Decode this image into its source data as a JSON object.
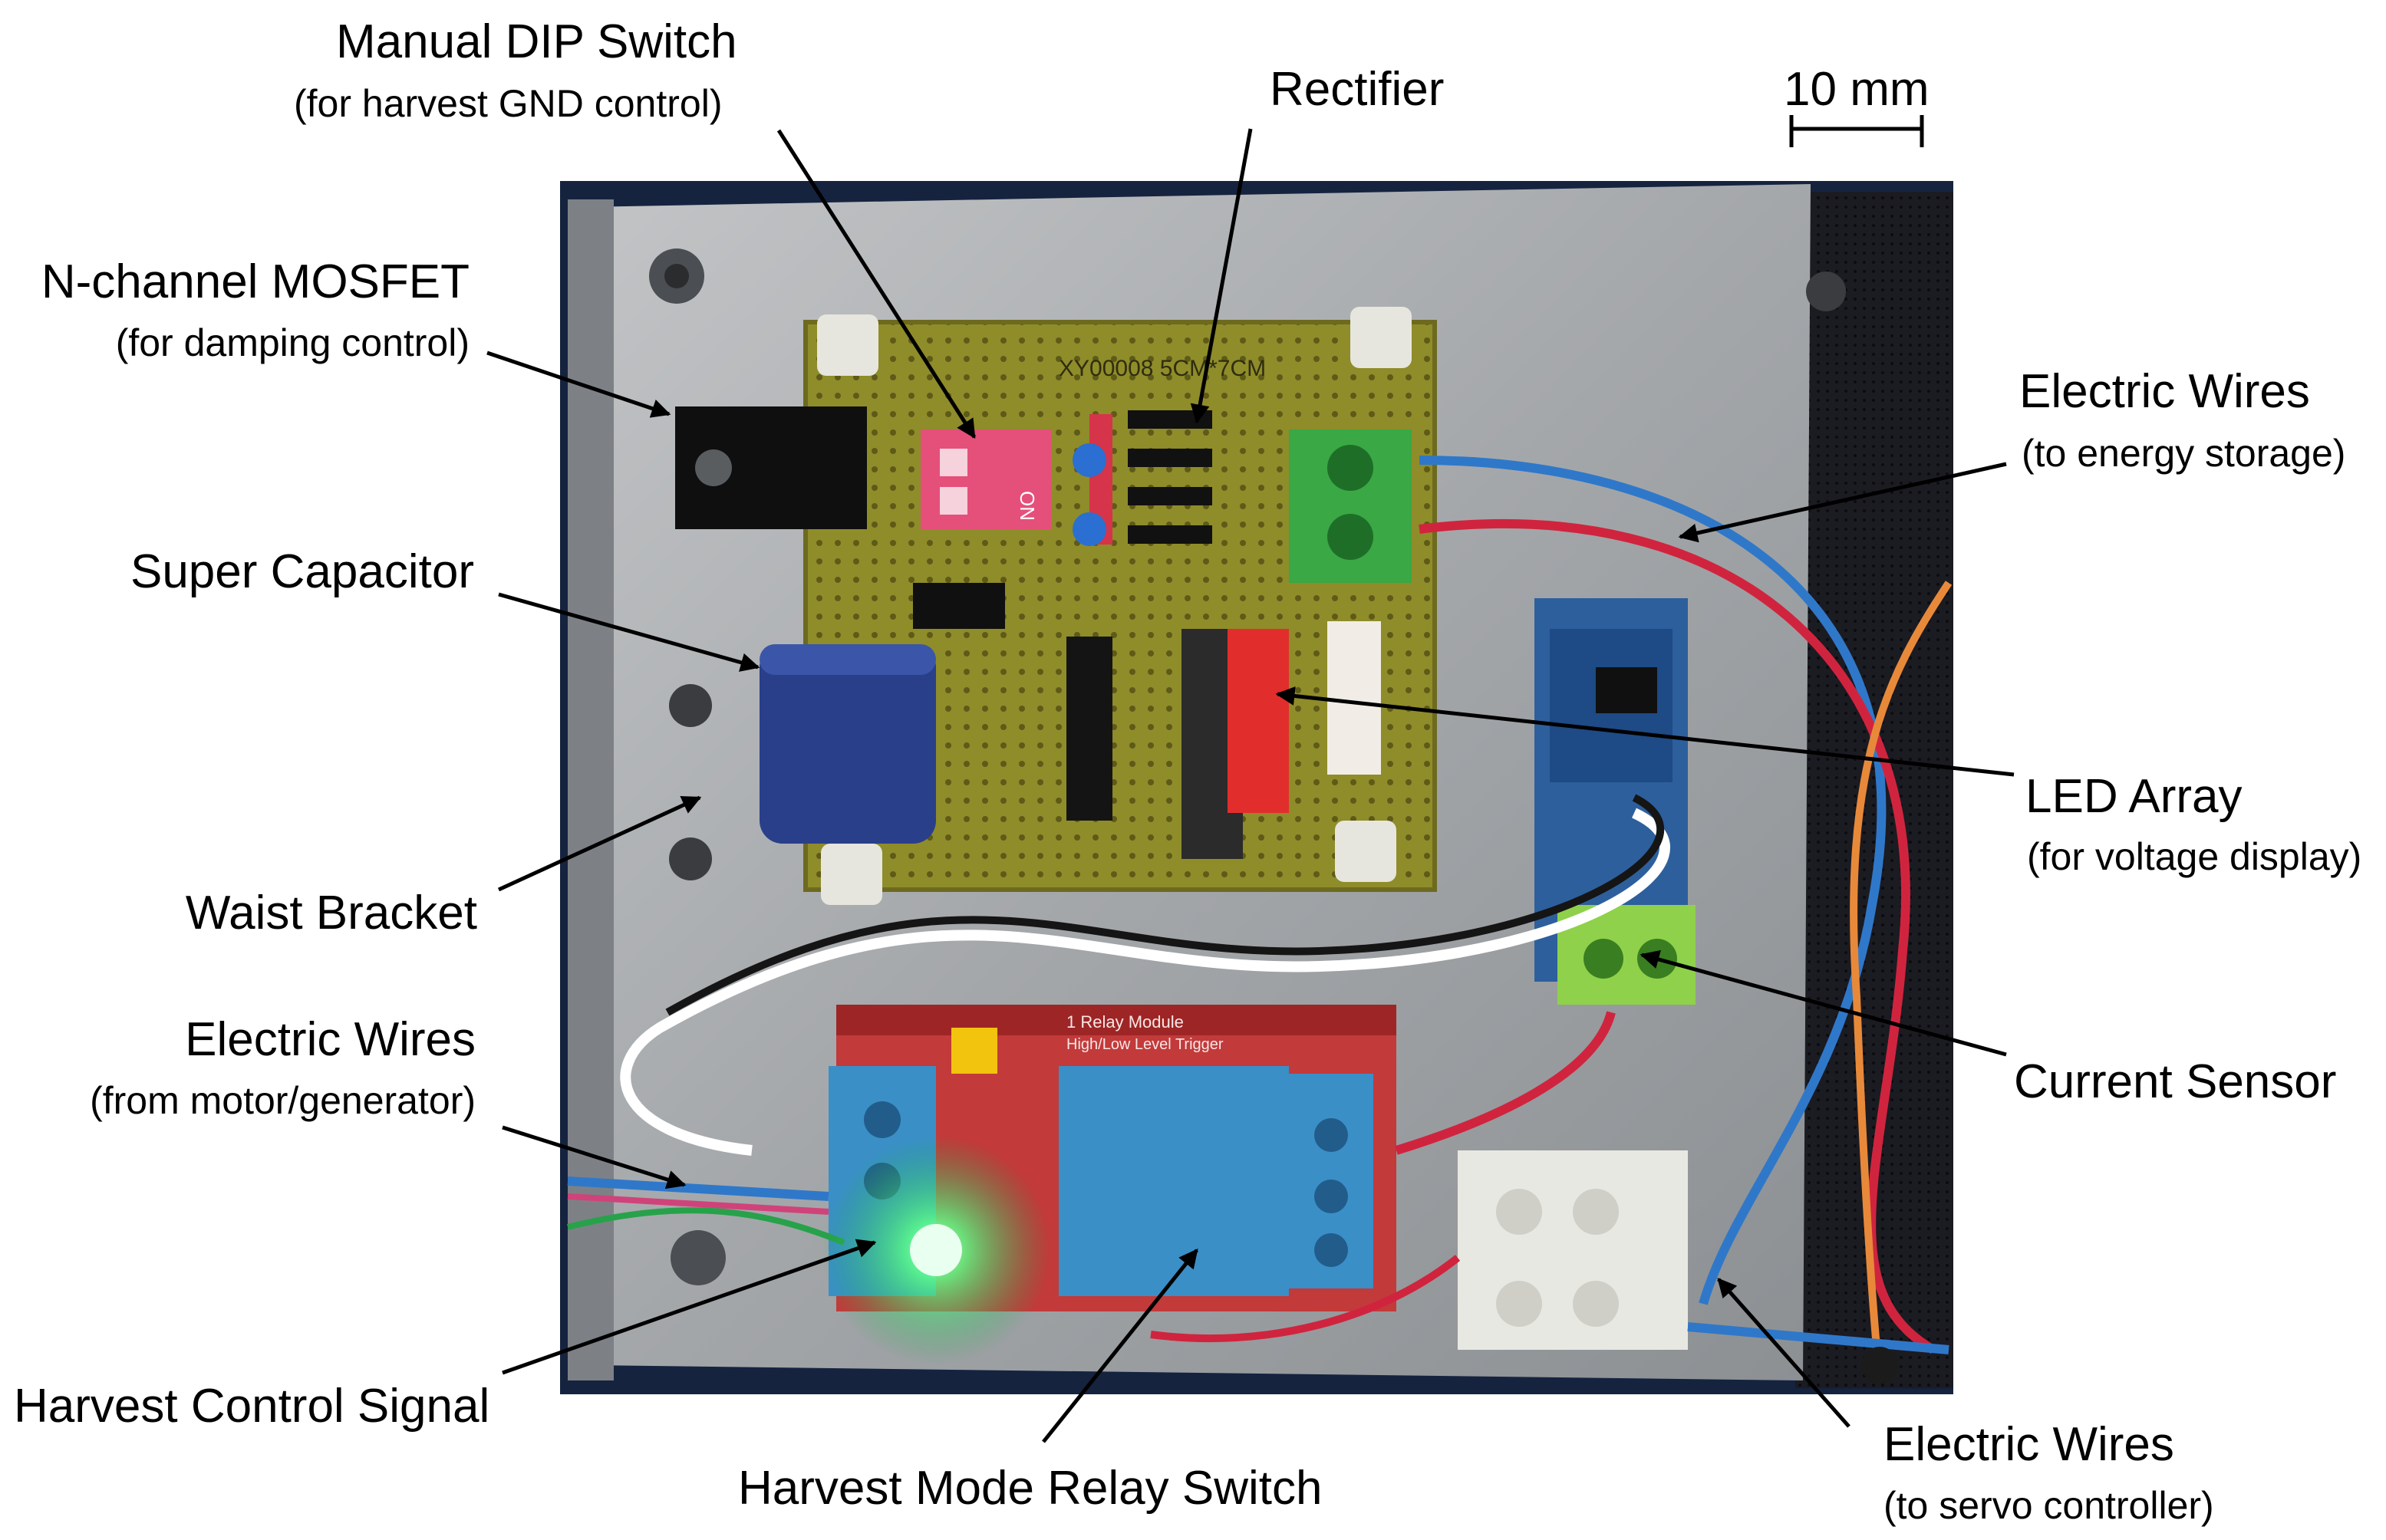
{
  "scale_bar": {
    "label": "10 mm"
  },
  "labels": {
    "dip_switch": {
      "title": "Manual DIP Switch",
      "subtitle": "(for harvest GND control)"
    },
    "rectifier": {
      "title": "Rectifier"
    },
    "mosfet": {
      "title": "N-channel MOSFET",
      "subtitle": "(for damping control)"
    },
    "super_capacitor": {
      "title": "Super Capacitor"
    },
    "waist_bracket": {
      "title": "Waist Bracket"
    },
    "wires_motor": {
      "title": "Electric Wires",
      "subtitle": "(from motor/generator)"
    },
    "harvest_signal": {
      "title": "Harvest Control Signal"
    },
    "relay_switch": {
      "title": "Harvest Mode Relay Switch"
    },
    "wires_storage": {
      "title": "Electric Wires",
      "subtitle": "(to energy storage)"
    },
    "led_array": {
      "title": "LED Array",
      "subtitle": "(for voltage display)"
    },
    "current_sensor": {
      "title": "Current Sensor"
    },
    "wires_servo": {
      "title": "Electric Wires",
      "subtitle": "(to servo controller)"
    }
  },
  "photo_text": {
    "pcb_marking": "XY00008   5CM*7CM",
    "dip_on": "ON",
    "relay_module": "1 Relay Module",
    "relay_trigger": "High/Low Level Trigger"
  },
  "colors": {
    "photo_bg": "#15233f",
    "aluminum": "#a9acaf",
    "pcb": "#8a8a2a",
    "relay_blue": "#3a8fc7",
    "capacitor": "#2a3f8a",
    "wire_red": "#d0243e",
    "wire_blue": "#2f78c9",
    "wire_orange": "#e8893a",
    "led_green": "#39ff6a"
  }
}
